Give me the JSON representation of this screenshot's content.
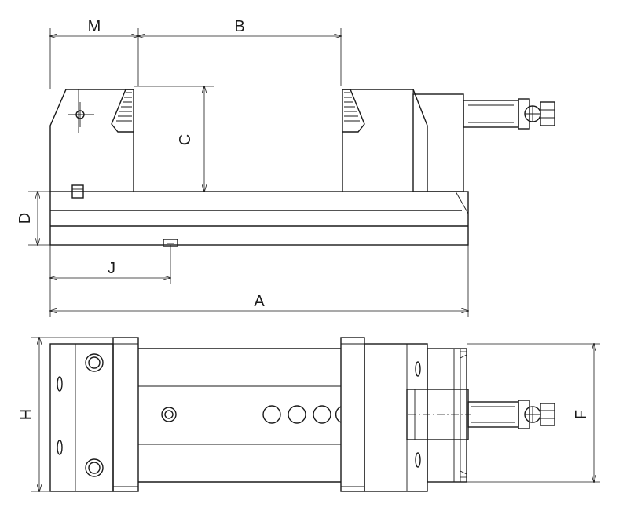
{
  "labels": {
    "M": "M",
    "B": "B",
    "C": "C",
    "D": "D",
    "J": "J",
    "A": "A",
    "H": "H",
    "F": "F"
  }
}
